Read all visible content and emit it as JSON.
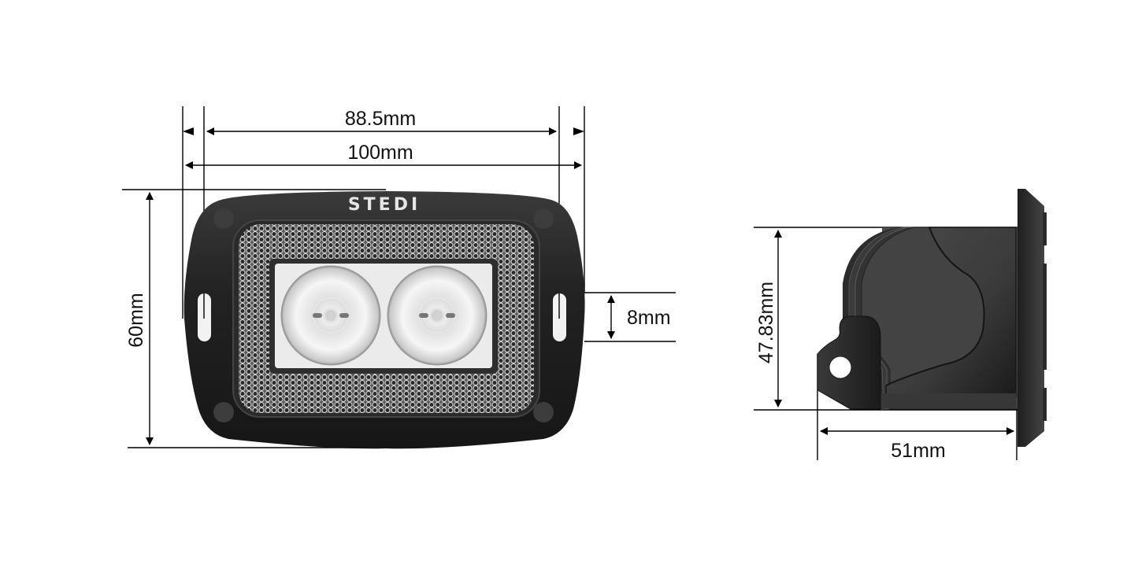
{
  "brand": {
    "logo_text": "STEDI"
  },
  "front_view": {
    "dimensions": {
      "mount_hole_spacing": "88.5mm",
      "overall_width": "100mm",
      "overall_height": "60mm",
      "slot_length": "8mm"
    },
    "led_count": 2
  },
  "side_view": {
    "dimensions": {
      "body_height": "47.83mm",
      "depth": "51mm"
    }
  },
  "colors": {
    "housing": "#1c1c1c",
    "housing_highlight": "#3a3a3a",
    "mesh": "#8a8a8a",
    "lens_panel": "#e8e8e8",
    "dimension_line": "#000000",
    "side_body": "#3e3e3e"
  }
}
